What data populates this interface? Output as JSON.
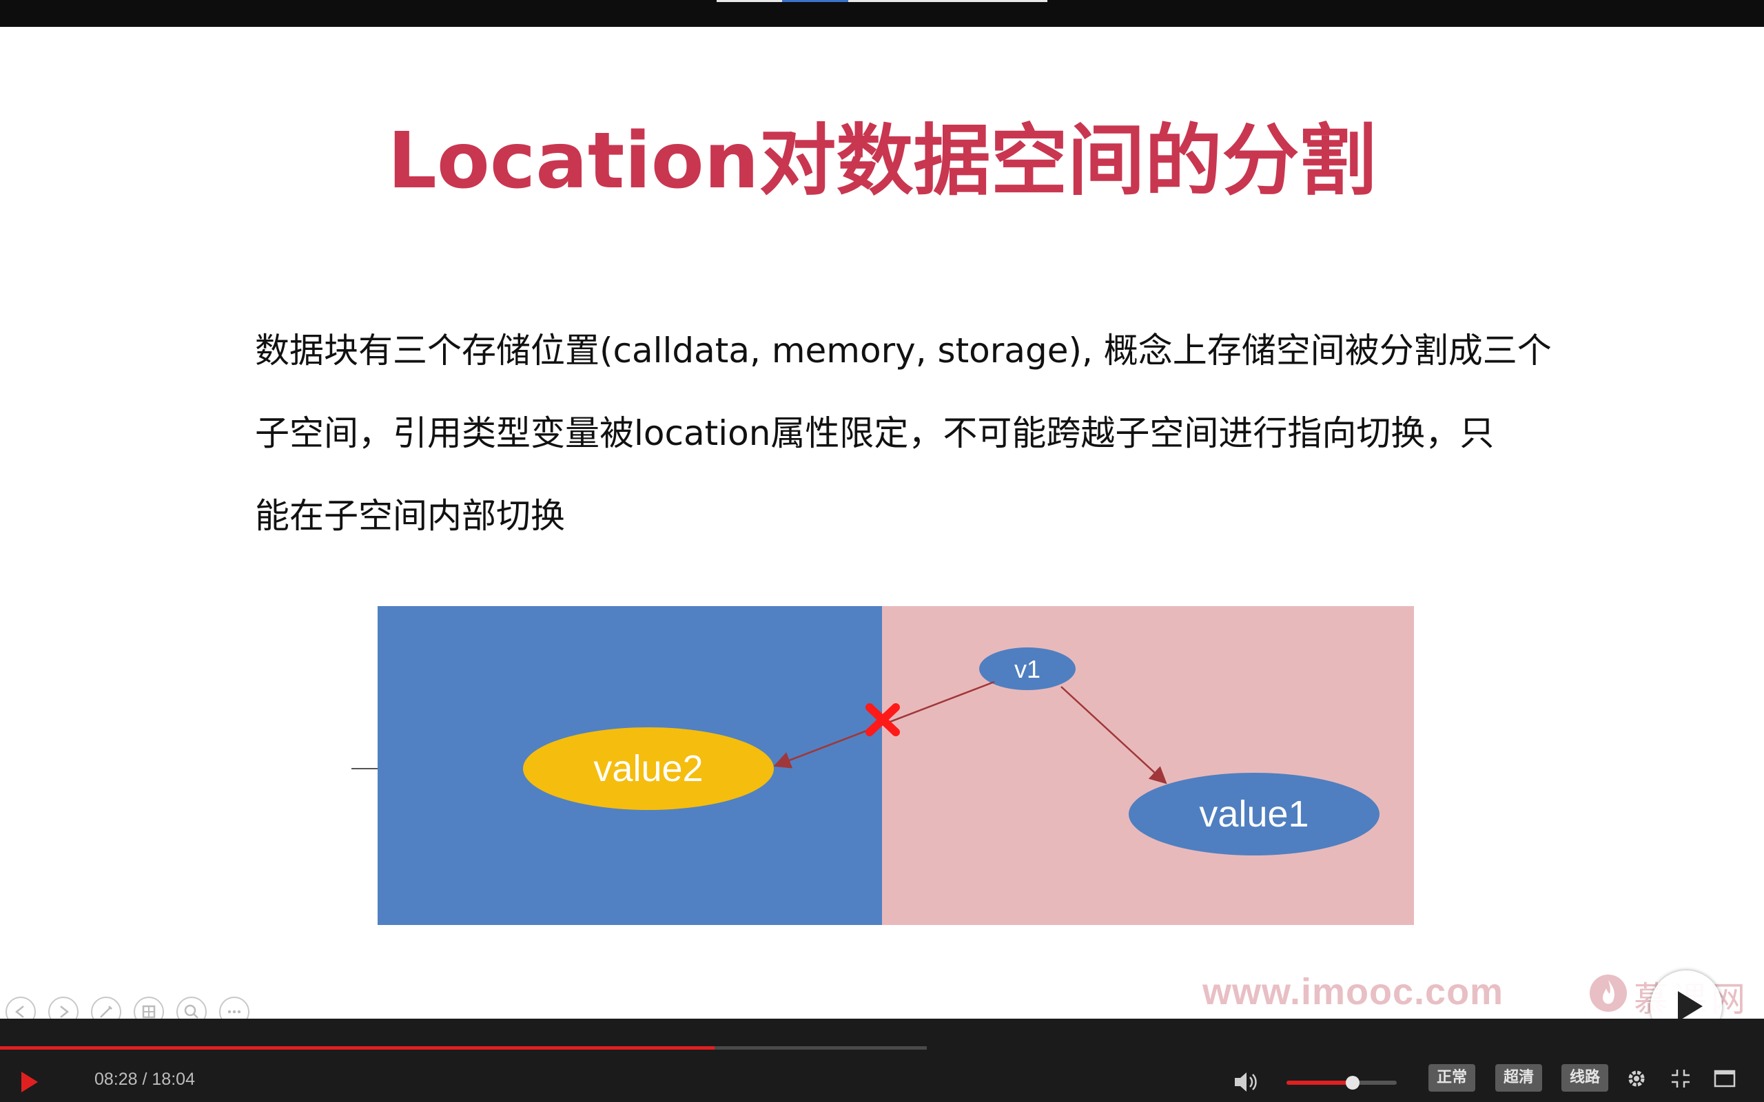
{
  "slide": {
    "title": "Location对数据空间的分割",
    "body_lines": [
      "数据块有三个存储位置(calldata, memory, storage), 概念上存储空间被分割成三个",
      "子空间，引用类型变量被location属性限定，不可能跨越子空间进行指向切换，只",
      "能在子空间内部切换"
    ],
    "diagram": {
      "nodes": {
        "v1": "v1",
        "value1": "value1",
        "value2": "value2"
      },
      "colors": {
        "left_region": "#5181c2",
        "right_region": "#e8b9bb",
        "v_node": "#4f7fc0",
        "value2_node": "#f5bd0e",
        "arrow": "#a0373a",
        "cross": "#ff1a1a"
      }
    },
    "watermark": "www.imooc.com",
    "logo_text": "慕课网"
  },
  "player": {
    "time_current": "08:28",
    "time_separator": " / ",
    "time_total": "18:04",
    "progress": 0.405,
    "volume": 0.6,
    "buttons": {
      "normal": "正常",
      "hd": "超清",
      "route": "线路"
    },
    "colors": {
      "accent": "#e02020"
    }
  }
}
